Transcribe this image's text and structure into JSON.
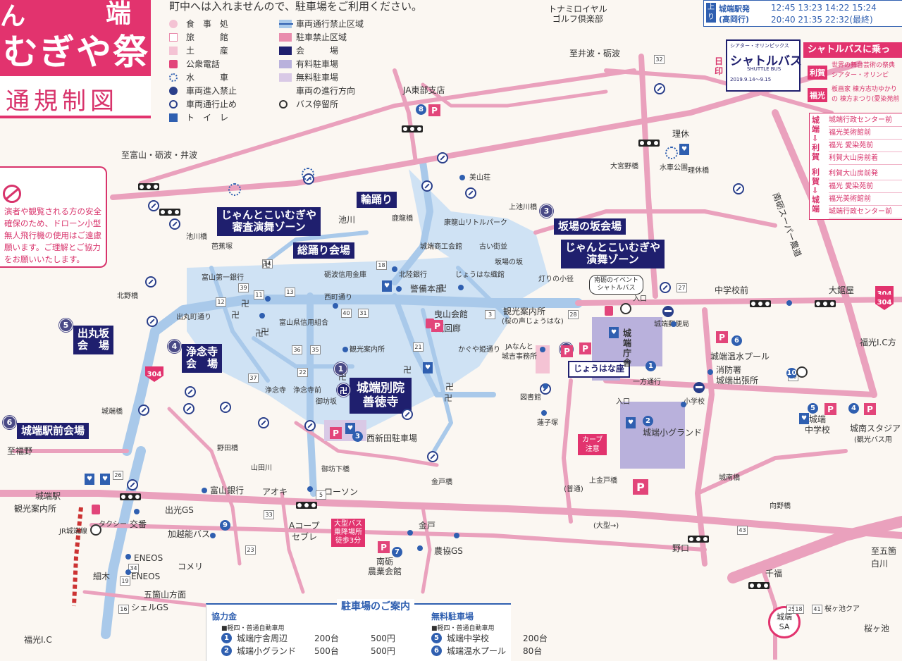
{
  "header": {
    "title_fragment_top": "端",
    "title_fragment_left": "ん",
    "festival_title": "むぎや祭",
    "map_title": "通規制図",
    "notice": "町中へは入れませんので、駐車場をご利用ください。"
  },
  "legend": [
    {
      "symbol": "food-icon",
      "label": "食　事　処"
    },
    {
      "symbol": "inn-icon",
      "label": "旅　　　館"
    },
    {
      "symbol": "souvenir-icon",
      "label": "土　　　産"
    },
    {
      "symbol": "phone-icon",
      "label": "公衆電話"
    },
    {
      "symbol": "water-icon",
      "label": "水　　　車"
    },
    {
      "symbol": "no-entry-icon",
      "label": "車両進入禁止"
    },
    {
      "symbol": "road-closed-icon",
      "label": "車両通行止め"
    },
    {
      "symbol": "toilet-icon",
      "label": "ト　イ　レ"
    },
    {
      "symbol": "closed-area",
      "label": "車両通行禁止区域",
      "color": "#a9c9ea"
    },
    {
      "symbol": "parking-prohibited",
      "label": "駐車禁止区域",
      "color": "#e98cad"
    },
    {
      "symbol": "venue",
      "label": "会　　　場",
      "color": "#1f1f6e"
    },
    {
      "symbol": "paid-parking",
      "label": "有料駐車場",
      "color": "#b9b1dc"
    },
    {
      "symbol": "free-parking",
      "label": "無料駐車場",
      "color": "#d9c9e6"
    },
    {
      "symbol": "direction-arrow",
      "label": "車両の進行方向"
    },
    {
      "symbol": "bus-stop-icon",
      "label": "バス停留所"
    }
  ],
  "drone_notice": "演者や観覧される方の安全確保のため、ドローン小型無人飛行機の使用はご遠慮願います。ご理解とご協力をお願いいたします。",
  "timetable": {
    "badge_top": "上り",
    "station": "城端駅発",
    "direction": "(高岡行)",
    "row1": [
      "12:45",
      "13:23",
      "14:22",
      "15:24"
    ],
    "row2": [
      "20:40",
      "21:35",
      "22:32(最終)"
    ]
  },
  "shuttle": {
    "header": "シャトルバスに乗っ",
    "ticket_title": "シャトルバス",
    "ticket_subtitle": "SHUTTLE BUS",
    "ticket_top": "シアター・オリンピックス",
    "ticket_date": "2019.9.14〜9.15",
    "ticket_left": "日印",
    "rows": [
      {
        "tag": "利賀",
        "text": "世界の舞台芸術の祭典 シアター・オリンピ"
      },
      {
        "tag": "福光",
        "text": "板画家 棟方志功ゆかりの 棟方まつり(愛染苑前"
      }
    ],
    "route1_tag": "城端⇩利賀",
    "route1_stops": [
      "城端行政センター前",
      "福光美術館前",
      "福光 愛染苑前",
      "利賀大山房前着"
    ],
    "route2_tag": "利賀⇩城端",
    "route2_stops": [
      "利賀大山房前発",
      "福光 愛染苑前",
      "福光美術館前",
      "城端行政センター前"
    ]
  },
  "venues": [
    {
      "num": "1",
      "name": "城端別院\n善徳寺"
    },
    {
      "num": "2",
      "name": "じょうはな座"
    },
    {
      "num": "3",
      "name": "坂場の坂会場"
    },
    {
      "num": "4",
      "name": "浄念寺\n会　場"
    },
    {
      "num": "5",
      "name": "出丸坂\n会　場"
    },
    {
      "num": "6",
      "name": "城端駅前会場"
    },
    {
      "name": "輪踊り"
    },
    {
      "name": "総踊り会場"
    },
    {
      "name": "じゃんとこいむぎや\n審査演舞ゾーン"
    },
    {
      "name": "じゃんとこいむぎや\n演舞ゾーン"
    }
  ],
  "places": {
    "tonami_golf": "トナミロイヤル\nゴルフ倶楽部",
    "ja_tobu": "JA東部支店",
    "to_inami_top": "至井波・砺波",
    "to_toyama": "至富山・砺波・井波",
    "riku": "理休",
    "omiyabashi": "大宮野橋",
    "suisha_park": "水車公園",
    "riku_bashi": "理休橋",
    "nanto_super": "南砺スーパー農道",
    "kamiikekawa": "上池川橋",
    "miyama": "美山荘",
    "ikegawa": "池川",
    "ikekawa_bashi": "池川橋",
    "rinryu_bashi": "鹿龍橋",
    "park": "康龍山リトルパーク",
    "shokokai": "城端商工会館",
    "furui_kaido": "古い街並",
    "sakaba_zaka": "坂場の坂",
    "akari_komichi": "灯りの小径",
    "haga_bashi": "芭蕉塚",
    "toyama_bank1": "富山第一銀行",
    "tonami_shinkin": "砺波信用金庫",
    "hokuriku_bank": "北陸銀行",
    "keibi": "警備本部",
    "johana_orimono": "じょうはな織館",
    "nishimachi": "西町通り",
    "hikiyama": "曳山会館",
    "kuramiro": "蔵回廊",
    "kanko_center": "観光案内所",
    "kanko_sub": "(桜の声じょうはな)",
    "kaguya": "かぐや姫通り",
    "toyama_shinyo": "富山県信用組合",
    "kanko2": "観光案内所",
    "ja_nanto": "JAなんと\n城吉事務所",
    "demarudori": "出丸町通り",
    "kitano": "北野橋",
    "jonenji": "浄念寺",
    "jonenji_zaka": "浄念寺前",
    "gobozaka": "御坊坂",
    "nishishinden": "西新田駐車場",
    "yamadagawa": "山田川",
    "gobo_shitabashi": "御坊下橋",
    "noda_bashi": "野田橋",
    "johana_bashi": "城端橋",
    "to_fukumitsu": "至福野",
    "johana_station": "城端駅",
    "kanko3": "観光案内所",
    "jr_line": "JR城端線",
    "taxi": "タクシー",
    "toyama_bank2": "富山銀行",
    "aoki": "アオキ",
    "lawson": "ローソン",
    "shimizu_gs": "出光GS",
    "kouban": "交番",
    "kaetsuno": "加越能バス",
    "acoop": "Aコープ",
    "seven": "セブレ",
    "big_bus": "大型バス\n乗降場所\n徒歩3分",
    "kanedo": "金戸",
    "kanedo_bashi": "金戸橋",
    "nokyo_gs": "農協GS",
    "nanto_nokyo": "南砺\n農業会館",
    "eneos1": "ENEOS",
    "eneos2": "ENEOS",
    "komeri": "コメリ",
    "hosoki": "細木",
    "gokayama": "五箇山方面",
    "shell": "シェルGS",
    "fukumitsu_ic_bottom": "福光I.C",
    "toshokan": "図書館",
    "hasuzuka": "蓮子塚",
    "johana_choja": "城端庁舎",
    "johana_post": "城端郵便局",
    "ippou": "一方通行",
    "iriguchi1": "入口",
    "iriguchi2": "入口",
    "shogakko": "小学校",
    "johana_grand": "城端小グランド",
    "curve": "カーブ\n注意",
    "bus_stop_label": "南砺のイベント\nシャトルバス",
    "chugakko_mae": "中学校前",
    "ohikiya": "大鋸屋",
    "fukumitsu_ic": "福光I.C方",
    "onsen_pool": "城端温水プール",
    "shobosho": "消防署\n城端出張所",
    "chugakko": "城端\n中学校",
    "nanto_stadium": "城南スタジア",
    "kanko_bus": "(観光バス用",
    "jonan_bashi": "城南橋",
    "kamikanedo": "上金戸橋",
    "futsu": "(普通)",
    "ogata": "(大型→)",
    "mukaino": "向野橋",
    "noguchi": "野口",
    "to_goka": "至五箇",
    "shirakawa": "白川",
    "senfuku": "千福",
    "johana_sa": "城端\nSA",
    "sakuragaike": "桜ヶ池クア",
    "sakuragaike2": "桜ヶ池"
  },
  "routes": [
    "32",
    "304",
    "304",
    "304",
    "27",
    "28",
    "3",
    "10",
    "18",
    "13",
    "14",
    "39",
    "12",
    "11",
    "40",
    "31",
    "22",
    "37",
    "36",
    "35",
    "21",
    "33",
    "34",
    "19",
    "16",
    "26",
    "23",
    "5",
    "43",
    "25",
    "18",
    "41"
  ],
  "parking_guide": {
    "title": "駐車場のご案内",
    "kyoryoku": "協力金",
    "kyoryoku_type": "■軽四・普通自動車用",
    "paid": [
      {
        "num": "1",
        "name": "城端庁舎周辺",
        "cap": "200台",
        "fee": "500円"
      },
      {
        "num": "2",
        "name": "城端小グランド",
        "cap": "500台",
        "fee": "500円"
      }
    ],
    "free_title": "無料駐車場",
    "free_type": "■軽四・普通自動車用",
    "free": [
      {
        "num": "5",
        "name": "城端中学校",
        "cap": "200台"
      },
      {
        "num": "6",
        "name": "城端温水プール",
        "cap": "80台"
      }
    ]
  },
  "colors": {
    "pink_road": "#eaa1bd",
    "blue_zone": "#a9c9ea",
    "venue": "#1f1f6e",
    "accent": "#d8336b"
  }
}
